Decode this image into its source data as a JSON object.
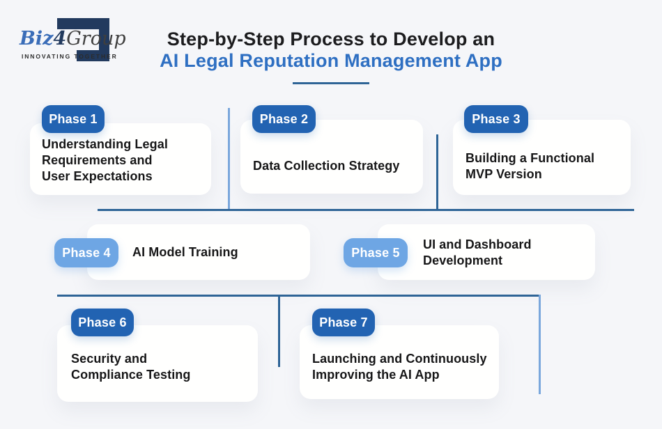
{
  "logo": {
    "biz": "Biz",
    "four": "4",
    "group": "Group",
    "tagline": "INNOVATING TOGETHER"
  },
  "title": {
    "line1": "Step-by-Step Process to Develop an",
    "line2": "AI Legal Reputation Management App"
  },
  "phases": [
    {
      "badge": "Phase 1",
      "label": "Understanding Legal\nRequirements and\nUser Expectations",
      "variant": "dark"
    },
    {
      "badge": "Phase 2",
      "label": "Data Collection Strategy",
      "variant": "dark"
    },
    {
      "badge": "Phase 3",
      "label": "Building a Functional\nMVP Version",
      "variant": "dark"
    },
    {
      "badge": "Phase 4",
      "label": "AI Model Training",
      "variant": "light"
    },
    {
      "badge": "Phase 5",
      "label": "UI and Dashboard\nDevelopment",
      "variant": "light"
    },
    {
      "badge": "Phase 6",
      "label": "Security and\nCompliance Testing",
      "variant": "dark"
    },
    {
      "badge": "Phase 7",
      "label": "Launching and Continuously\nImproving the AI App",
      "variant": "dark"
    }
  ],
  "colors": {
    "badge-dark": "#2263b2",
    "badge-light": "#6ea6e4",
    "title-accent": "#2e6fc2",
    "connector-dark": "#2e6496",
    "connector-light": "#7aa7dc",
    "background": "#f5f6f9",
    "card": "#fffffe",
    "text": "#161617",
    "logo-navy": "#223a5e",
    "logo-blue": "#3a6db8"
  }
}
